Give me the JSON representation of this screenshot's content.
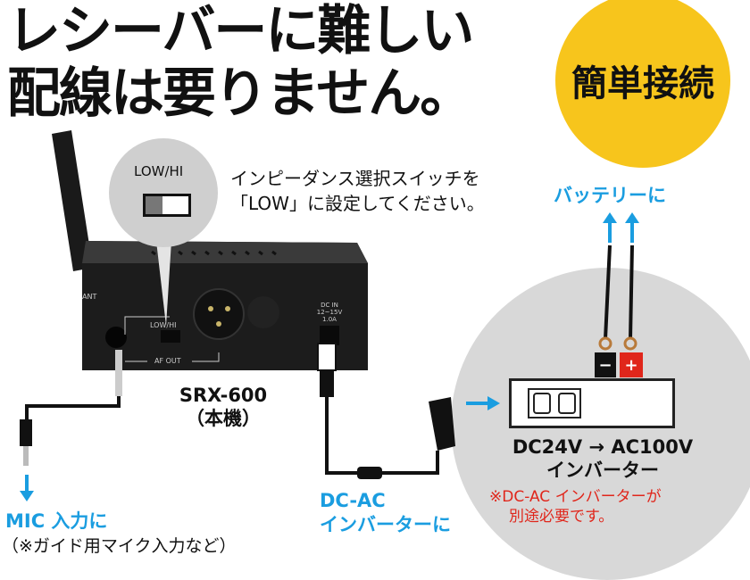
{
  "headline": {
    "line1": "レシーバーに難しい",
    "line2": "配線は要りません。"
  },
  "badge": {
    "label": "簡単接続",
    "color": "#f7c51c"
  },
  "switch_callout": {
    "switch_label": "LOW/HI",
    "instruction_line1": "インピーダンス選択スイッチを",
    "instruction_line2": "「LOW」に設定してください。"
  },
  "device": {
    "name": "SRX-600",
    "subtitle": "（本機）",
    "panel_labels": {
      "ant": "ANT",
      "low_hi": "LOW/HI",
      "af_out": "AF OUT",
      "dc_in_1": "DC IN",
      "dc_in_2": "12~15V",
      "dc_in_3": "1.0A"
    }
  },
  "battery": {
    "label": "バッテリーに"
  },
  "inverter": {
    "line1": "DC24V → AC100V",
    "line2": "インバーター",
    "note1": "※DC-AC インバーターが",
    "note2": "別途必要です。"
  },
  "dc_ac_label": {
    "line1": "DC-AC",
    "line2": "インバーターに"
  },
  "mic": {
    "label": "MIC 入力に",
    "note": "（※ガイド用マイク入力など）"
  },
  "colors": {
    "accent_blue": "#1a9de0",
    "note_red": "#e0261b"
  }
}
